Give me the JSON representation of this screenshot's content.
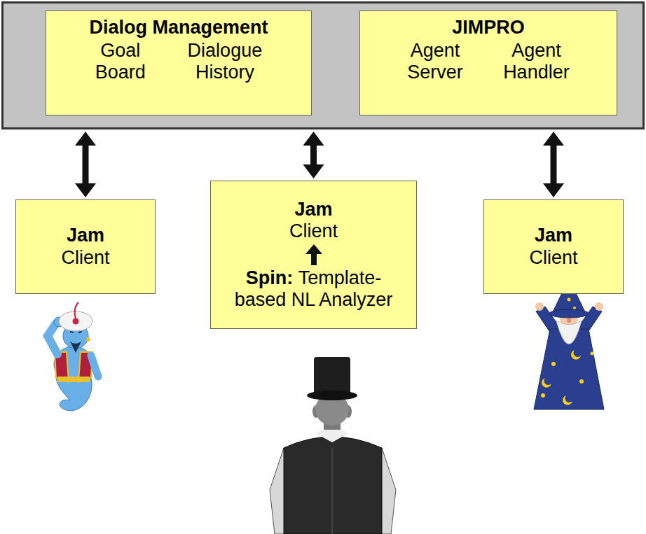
{
  "diagram": {
    "nodes": [
      {
        "text": []
      },
      {
        "text": [
          "Dialog Management",
          "Goal Board",
          "Dialogue History"
        ],
        "in": 0
      },
      {
        "text": [
          "JIMPRO",
          "Agent Server",
          "Agent Handler"
        ],
        "in": 0
      },
      {
        "text": [
          "Jam",
          "Client"
        ]
      },
      {
        "text": [
          "Jam",
          "Client",
          "Spin:",
          "Template- based NL Analyzer"
        ]
      },
      {
        "text": [
          "Jam",
          "Client"
        ]
      }
    ],
    "edges": [
      {
        "from": 3,
        "to": 0,
        "arrow": "both"
      },
      {
        "from": 4,
        "to": 0,
        "arrow": "both"
      },
      {
        "from": 5,
        "to": 0,
        "arrow": "both"
      }
    ]
  }
}
